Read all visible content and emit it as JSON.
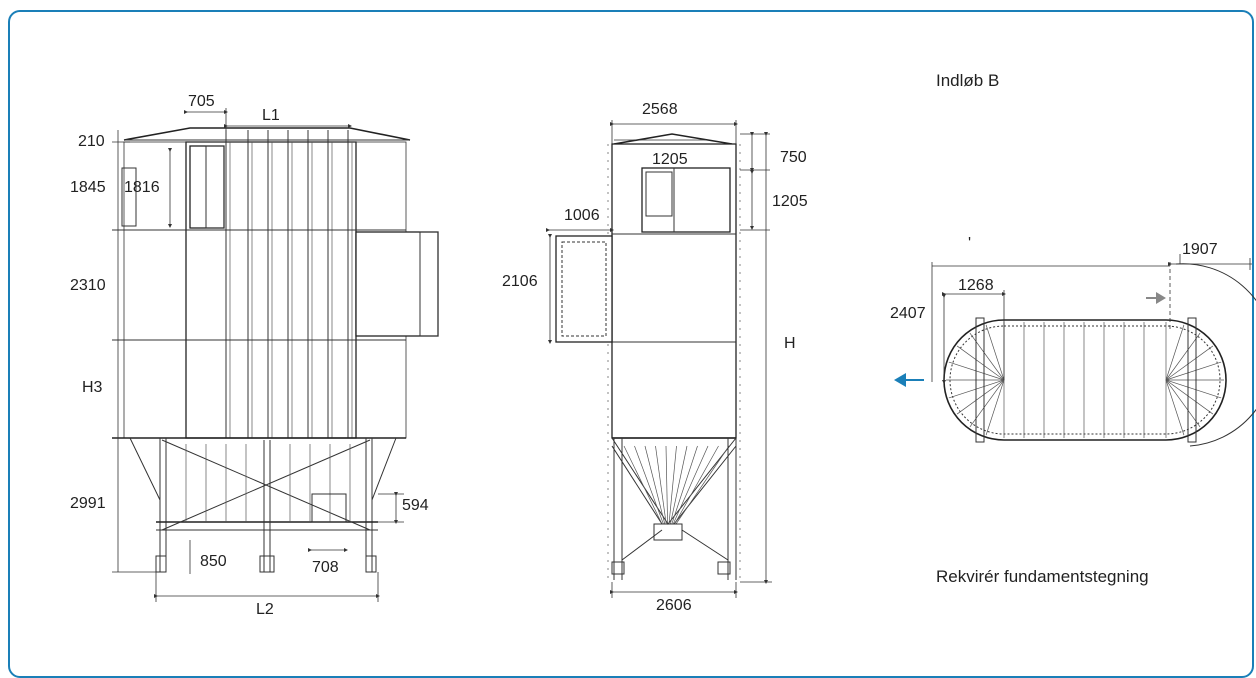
{
  "notes": {
    "inlet": "Indløb B",
    "foundation": "Rekvirér fundamentstegning",
    "tick": "'"
  },
  "front_view": {
    "d705": "705",
    "L1": "L1",
    "d210": "210",
    "d1845": "1845",
    "d1816": "1816",
    "d2310": "2310",
    "H3": "H3",
    "d2991": "2991",
    "d594": "594",
    "d850": "850",
    "d708": "708",
    "L2": "L2"
  },
  "side_view": {
    "d2568": "2568",
    "d1205_top": "1205",
    "d750": "750",
    "d1205_right": "1205",
    "d1006": "1006",
    "d2106": "2106",
    "H": "H",
    "d2606": "2606"
  },
  "plan_view": {
    "d1907": "1907",
    "d1268": "1268",
    "d2407": "2407"
  },
  "colors": {
    "frame": "#1a7fb8",
    "arrow_out": "#1a7fb8",
    "arrow_in": "#888888",
    "line": "#222222"
  }
}
